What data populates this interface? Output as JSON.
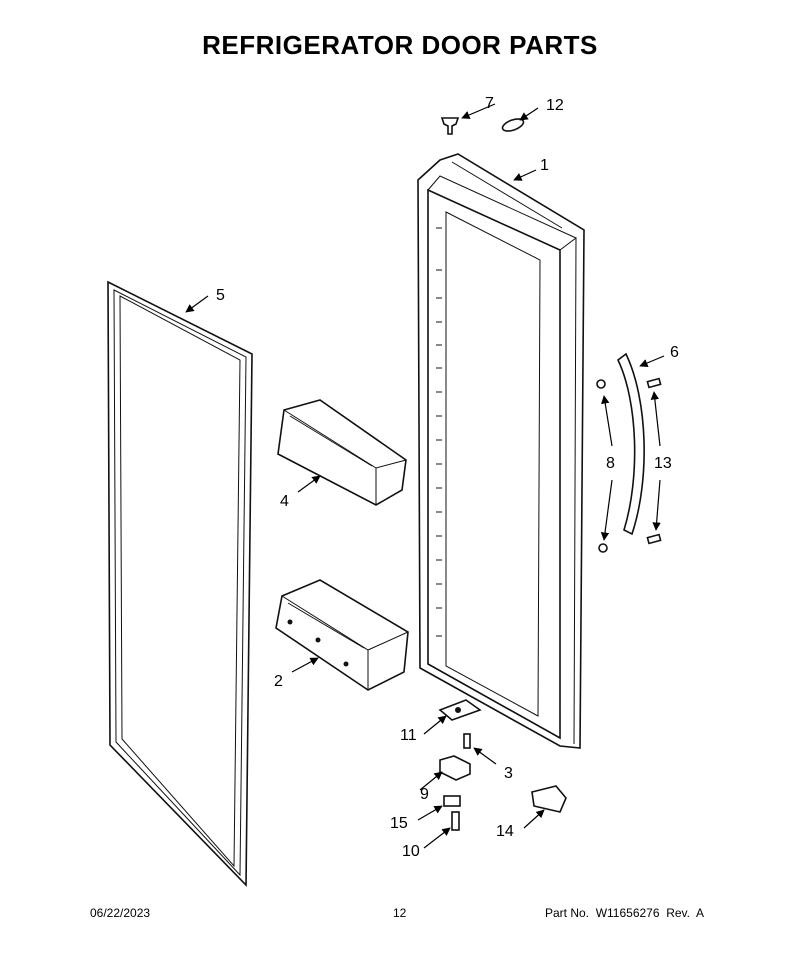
{
  "title": "REFRIGERATOR DOOR PARTS",
  "footer": {
    "date": "06/22/2023",
    "page": "12",
    "part_label": "Part No.",
    "part_number": "W11656276",
    "rev_label": "Rev.",
    "rev": "A"
  },
  "callouts": {
    "c1": "1",
    "c2": "2",
    "c3": "3",
    "c4": "4",
    "c5": "5",
    "c6": "6",
    "c7": "7",
    "c8": "8",
    "c9": "9",
    "c10": "10",
    "c11": "11",
    "c12": "12",
    "c13": "13",
    "c14": "14",
    "c15": "15"
  }
}
